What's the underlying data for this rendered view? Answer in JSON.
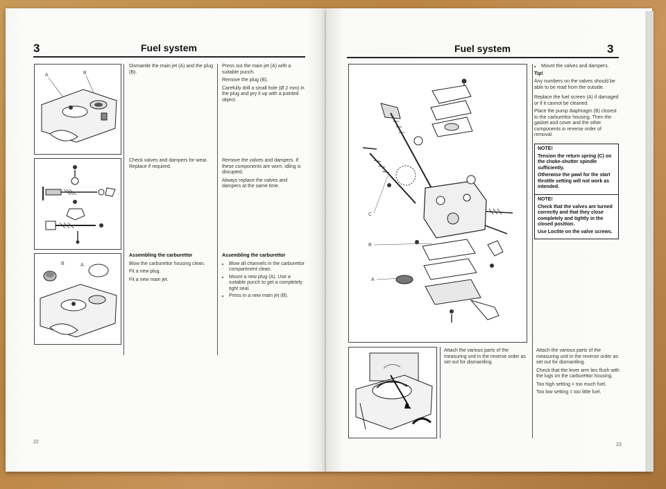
{
  "left_page": {
    "section_number": "3",
    "title": "Fuel system",
    "page_number": "22",
    "row1": {
      "col1": [
        "Dismantle the main jet (A) and the plug (B)."
      ],
      "col2": [
        "Press out the main jet (A) with a suitable punch.",
        "Remove the plug (B).",
        "Carefully drill a small hole (Ø 2 mm) in the plug and pry it up with a pointed object."
      ],
      "fig_labels": [
        "A",
        "B"
      ]
    },
    "row2": {
      "col1": [
        "Check valves and dampers for wear. Replace if required."
      ],
      "col2": [
        "Remove the valves and dampers. If these components are worn, idling is disrupted.",
        "Always replace the valves and dampers at the same time."
      ]
    },
    "row3": {
      "col1_heading": "Assembling the carburettor",
      "col1": [
        "Blow the carburettor housing clean.",
        "Fit a new plug.",
        "Fit a new main jet."
      ],
      "col2_heading": "Assembling the carburettor",
      "col2_bullets": [
        "Blow all channels in the carburettor compartment clean.",
        "Mount a new plug (A). Use a suitable punch to get a completely tight seal.",
        "Press in a new main jet (B)."
      ],
      "fig_labels": [
        "B",
        "A"
      ]
    }
  },
  "right_page": {
    "section_number": "3",
    "title": "Fuel system",
    "page_number": "23",
    "exploded_labels": [
      "C",
      "B",
      "A"
    ],
    "side_text": {
      "bullet": "Mount the valves and dampers.",
      "tip_heading": "Tip!",
      "tip": "Any numbers on the valves should be able to be read from the outside.",
      "p1": "Replace the fuel screen (A) if damaged or if it cannot be cleaned.",
      "p2": "Place the pump diaphragm (B) closest to the carburettor housing.  Then the gasket and cover and the other components in reverse order of removal."
    },
    "note1": {
      "heading": "NOTE!",
      "lines": [
        "Tension the return spring (C) on the choke-shutter spindle sufficiently.",
        "Otherwise the pawl for the start throttle setting will not work as intended."
      ]
    },
    "note2": {
      "heading": "NOTE!",
      "lines": [
        "Check that the valves are turned correctly and that they close completely and tightly in the closed position.",
        "Use Loctite on the valve screws."
      ]
    },
    "bottom": {
      "col1": "Attach the various parts of the measuring unit in the reverse order as set out for dismantling.",
      "col2": [
        "Attach the various parts of the measuring unit in the reverse order as set out for dismantling.",
        "Check that the lever arm lies flush with the lugs on the carburettor housing.",
        "Too high setting = too much fuel.",
        "Too low setting = too little fuel."
      ]
    }
  }
}
